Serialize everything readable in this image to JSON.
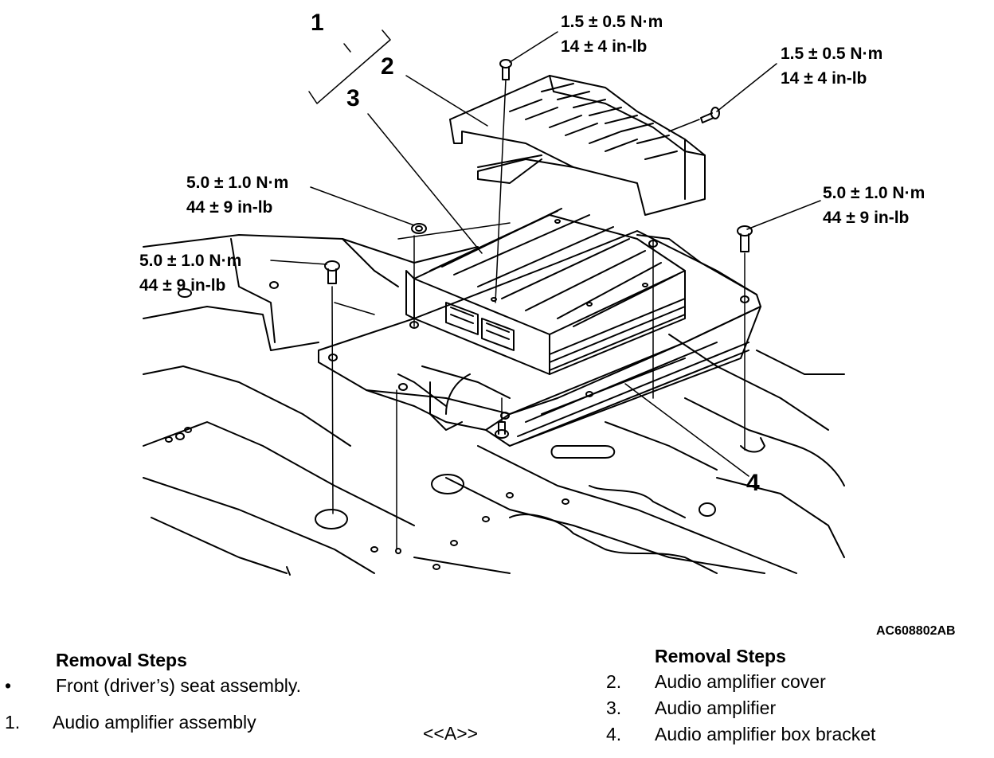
{
  "callouts": {
    "c1": {
      "line1": "1.5 ± 0.5 N·m",
      "line2": "14 ± 4 in-lb"
    },
    "c2": {
      "line1": "1.5 ± 0.5 N·m",
      "line2": "14 ± 4 in-lb"
    },
    "c3": {
      "line1": "5.0 ± 1.0 N·m",
      "line2": "44 ± 9 in-lb"
    },
    "c4": {
      "line1": "5.0 ± 1.0 N·m",
      "line2": "44 ± 9 in-lb"
    },
    "c5": {
      "line1": "5.0 ± 1.0 N·m",
      "line2": "44 ± 9 in-lb"
    }
  },
  "part_numbers": {
    "n1": "1",
    "n2": "2",
    "n3": "3",
    "n4": "4"
  },
  "figure_id": "AC608802AB",
  "left_list": {
    "heading": "Removal Steps",
    "items": [
      {
        "marker": "•",
        "text": "Front (driver’s) seat assembly."
      },
      {
        "marker": "1.",
        "text": "Audio amplifier assembly"
      }
    ]
  },
  "ref_mark": "<<A>>",
  "right_list": {
    "heading": "Removal Steps",
    "items": [
      {
        "marker": "2.",
        "text": "Audio amplifier cover"
      },
      {
        "marker": "3.",
        "text": "Audio amplifier"
      },
      {
        "marker": "4.",
        "text": "Audio amplifier box bracket"
      }
    ]
  }
}
